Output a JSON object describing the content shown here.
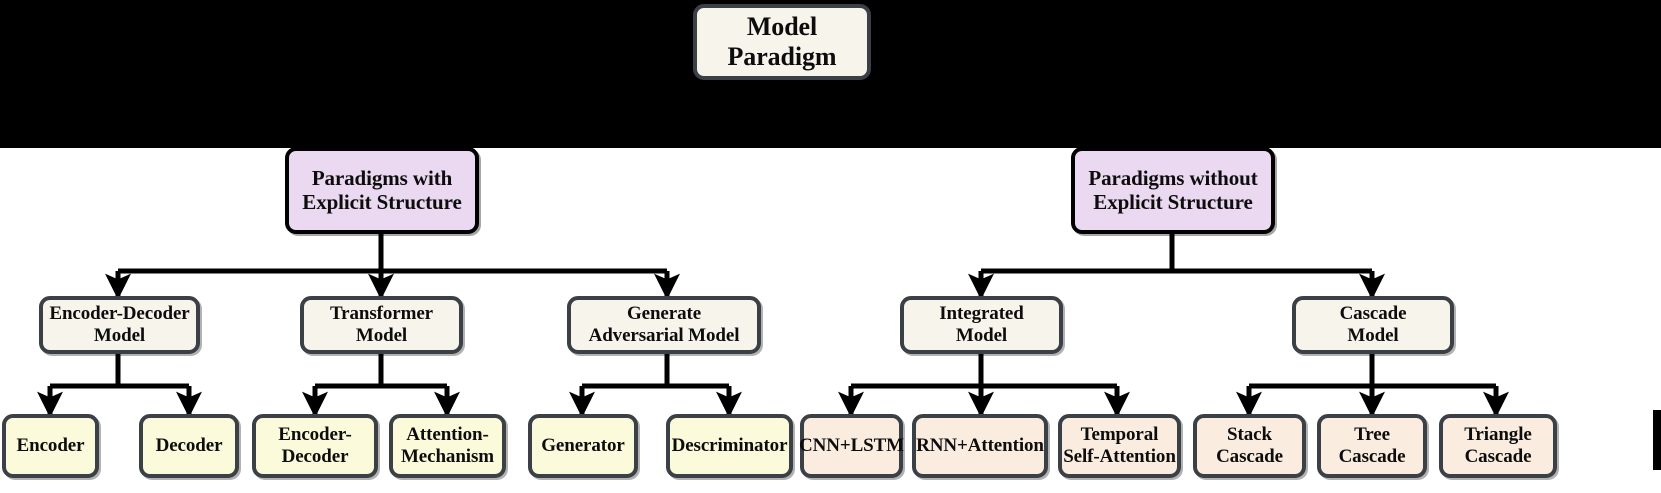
{
  "diagram": {
    "title": "Model Paradigm taxonomy tree",
    "background_color": "#ffffff",
    "band_color": "#000000",
    "palette": {
      "root_fill": "#f7f4ec",
      "level2_fill": "#ead9f0",
      "leaf_left_fill": "#fbfada",
      "leaf_right_fill": "#fbece0",
      "outline_dark": "#3b4046",
      "outline_black": "#000000",
      "text": "#0d0d0d"
    },
    "root": {
      "label": "Model\nParadigm"
    },
    "level2": [
      {
        "label": "Paradigms with\nExplicit Structure"
      },
      {
        "label": "Paradigms without\nExplicit Structure"
      }
    ],
    "level3": [
      {
        "label": "Encoder-Decoder\nModel"
      },
      {
        "label": "Transformer\nModel"
      },
      {
        "label": "Generate\nAdversarial Model"
      },
      {
        "label": "Integrated\nModel"
      },
      {
        "label": "Cascade\nModel"
      }
    ],
    "leaves": [
      {
        "label": "Encoder"
      },
      {
        "label": "Decoder"
      },
      {
        "label": "Encoder-\nDecoder"
      },
      {
        "label": "Attention-\nMechanism"
      },
      {
        "label": "Generator"
      },
      {
        "label": "Descriminator"
      },
      {
        "label": "CNN+LSTM"
      },
      {
        "label": "RNN+Attention"
      },
      {
        "label": "Temporal\nSelf-Attention"
      },
      {
        "label": "Stack\nCascade"
      },
      {
        "label": "Tree\nCascade"
      },
      {
        "label": "Triangle\nCascade"
      }
    ]
  }
}
